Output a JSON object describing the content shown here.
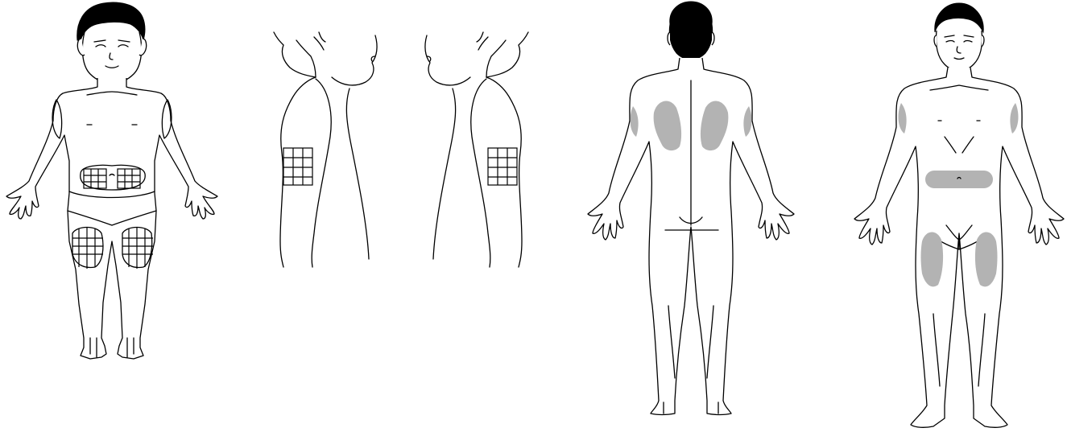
{
  "figures": [
    {
      "id": "child-front",
      "view": "front",
      "subject": "child",
      "site_style": "grid"
    },
    {
      "id": "arm-back-left",
      "view": "back-of-upper-arm",
      "side": "left",
      "site_style": "grid"
    },
    {
      "id": "arm-back-right",
      "view": "back-of-upper-arm",
      "side": "right",
      "site_style": "grid"
    },
    {
      "id": "adult-back",
      "view": "back",
      "subject": "adult",
      "site_style": "shaded"
    },
    {
      "id": "adult-front",
      "view": "front",
      "subject": "adult",
      "site_style": "shaded"
    }
  ],
  "colors": {
    "outline": "#000000",
    "hair": "#000000",
    "injection_site_shade": "#b3b3b3",
    "background": "#ffffff"
  },
  "injection_sites": {
    "child_front": [
      "abdomen-left",
      "abdomen-right",
      "thigh-left",
      "thigh-right",
      "upper-arm-left",
      "upper-arm-right"
    ],
    "arm_views": [
      "upper-arm-back-left",
      "upper-arm-back-right"
    ],
    "adult_back": [
      "upper-arm-left",
      "upper-arm-right",
      "upper-back-left",
      "upper-back-right"
    ],
    "adult_front": [
      "abdomen",
      "thigh-left",
      "thigh-right",
      "upper-arm-left",
      "upper-arm-right"
    ]
  }
}
